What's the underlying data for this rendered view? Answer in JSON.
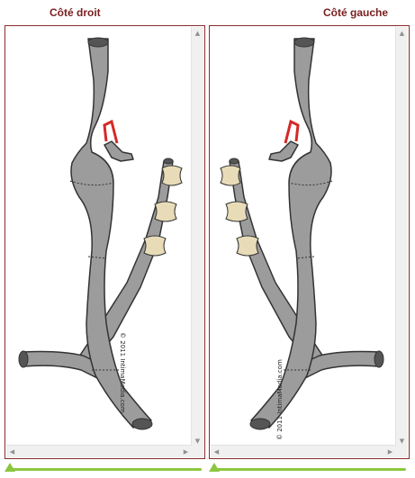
{
  "panels": [
    {
      "title": "Côté droit",
      "credit": "© 2011 IntimaMedia.com"
    },
    {
      "title": "Côté gauche",
      "credit": "© 2011 IntimaMedia.com"
    }
  ],
  "scroll_icons": {
    "up": "▲",
    "down": "▼",
    "left": "◀",
    "right": "▶"
  },
  "slider_icon": "slider-thumb-icon",
  "colors": {
    "artery_fill": "#9c9c9c",
    "artery_stroke": "#333333",
    "vertebra_fill": "#e8dcb8",
    "red_vessel": "#d62828",
    "panel_border": "#8b2b2b",
    "title_color": "#7a1e1e",
    "slider_color": "#8cc63f"
  }
}
